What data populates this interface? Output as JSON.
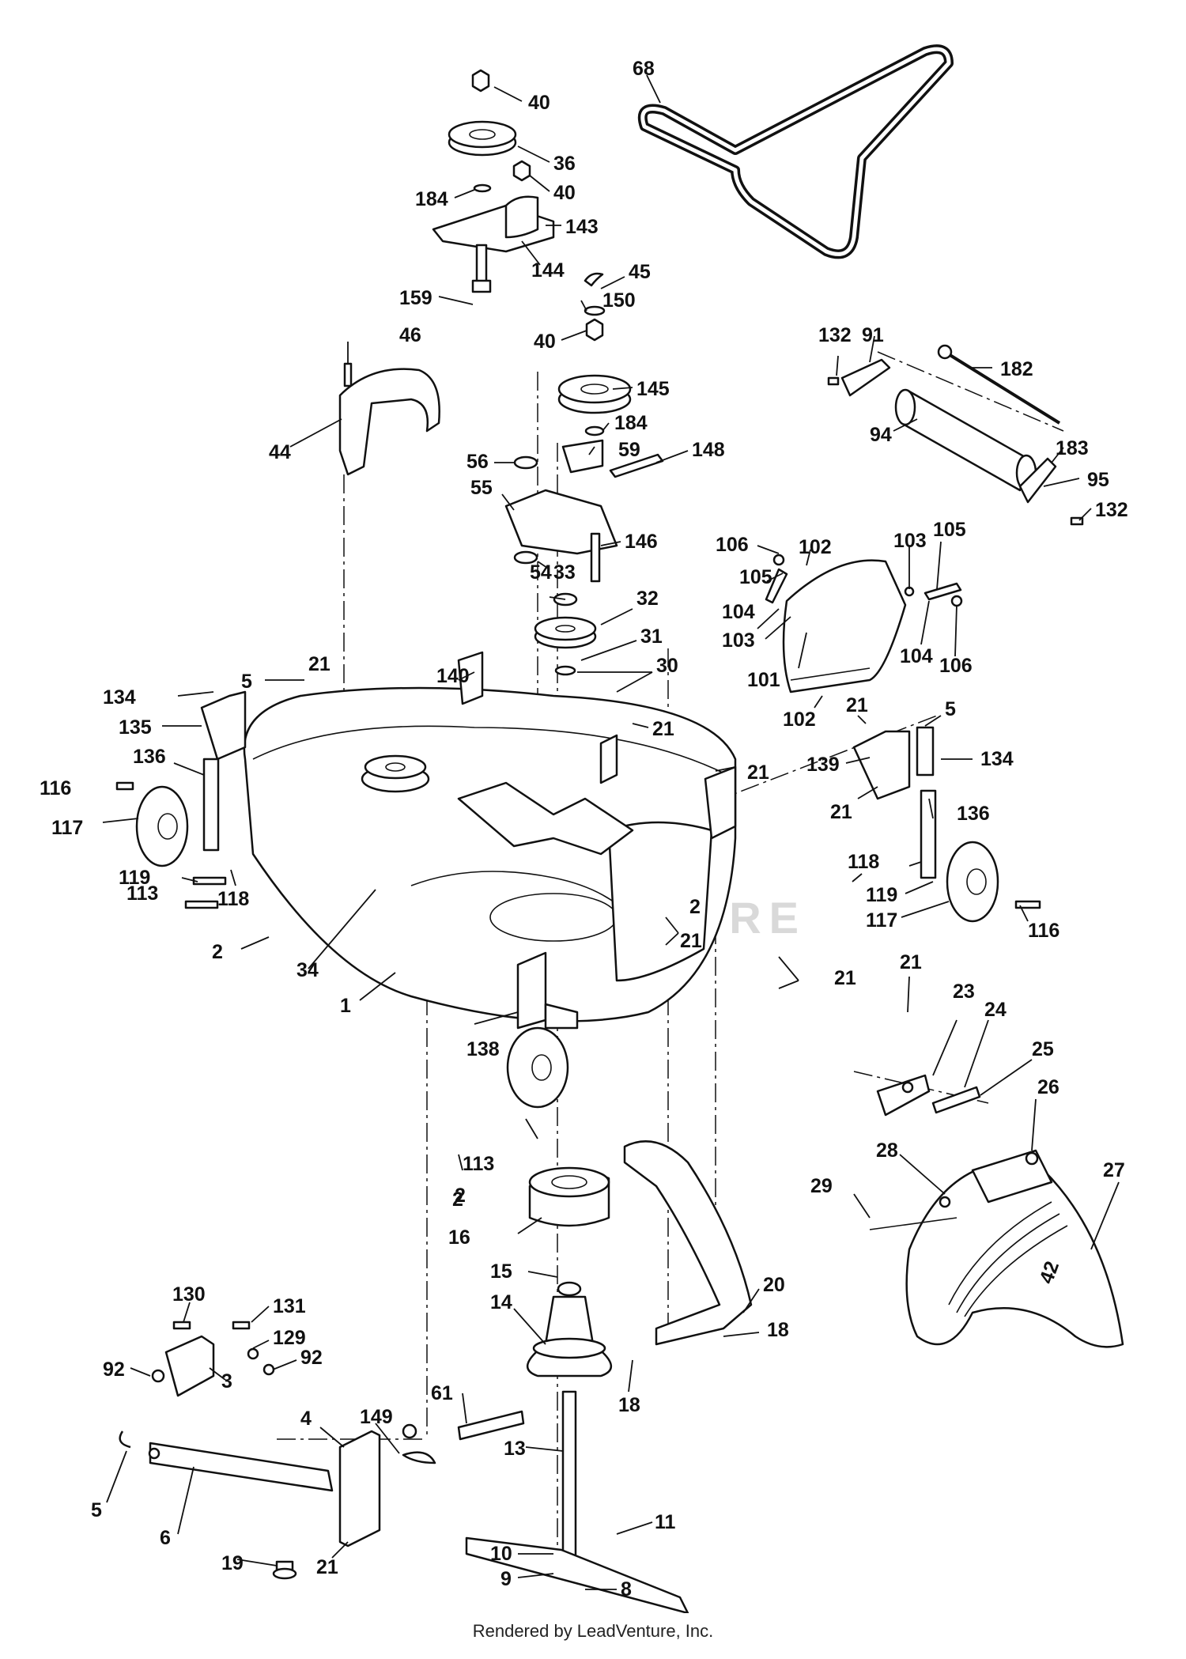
{
  "footer": "Rendered by LeadVenture, Inc.",
  "watermark": "LEADVENTURE",
  "deck_badge": "42",
  "colors": {
    "line": "#111111",
    "background": "#ffffff",
    "watermark": "#d9d9d9"
  },
  "callouts": [
    "40",
    "36",
    "40",
    "184",
    "143",
    "144",
    "159",
    "68",
    "45",
    "150",
    "40",
    "46",
    "44",
    "145",
    "184",
    "56",
    "59",
    "148",
    "55",
    "146",
    "54",
    "33",
    "32",
    "31",
    "30",
    "140",
    "21",
    "5",
    "134",
    "135",
    "136",
    "116",
    "117",
    "119",
    "113",
    "118",
    "2",
    "34",
    "1",
    "21",
    "21",
    "21",
    "2",
    "21",
    "138",
    "2",
    "132",
    "91",
    "182",
    "94",
    "183",
    "95",
    "132",
    "106",
    "102",
    "105",
    "104",
    "103",
    "103",
    "105",
    "106",
    "104",
    "101",
    "102",
    "21",
    "5",
    "139",
    "134",
    "21",
    "136",
    "118",
    "119",
    "117",
    "116",
    "21",
    "23",
    "24",
    "25",
    "26",
    "27",
    "28",
    "29",
    "113",
    "2",
    "16",
    "15",
    "14",
    "20",
    "18",
    "18",
    "130",
    "131",
    "129",
    "92",
    "92",
    "3",
    "61",
    "4",
    "149",
    "5",
    "6",
    "13",
    "11",
    "19",
    "21",
    "10",
    "9",
    "8"
  ]
}
